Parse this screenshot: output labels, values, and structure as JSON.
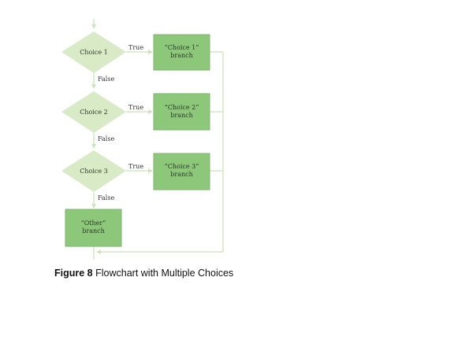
{
  "colors": {
    "diamond_fill": "#d9ebc6",
    "box_fill": "#8dc77a",
    "box_stroke": "#7fb56c",
    "connector": "#d3e6c2"
  },
  "diagram": {
    "decisions": [
      {
        "label": "Choice 1",
        "true_label": "True",
        "false_label": "False"
      },
      {
        "label": "Choice 2",
        "true_label": "True",
        "false_label": "False"
      },
      {
        "label": "Choice 3",
        "true_label": "True",
        "false_label": "False"
      }
    ],
    "branches": [
      {
        "line1": "“Choice 1”",
        "line2": "branch"
      },
      {
        "line1": "“Choice 2”",
        "line2": "branch"
      },
      {
        "line1": "“Choice 3”",
        "line2": "branch"
      }
    ],
    "other": {
      "line1": "“Other”",
      "line2": "branch"
    }
  },
  "caption": {
    "figure_label": "Figure 8",
    "text": "Flowchart with Multiple Choices"
  }
}
